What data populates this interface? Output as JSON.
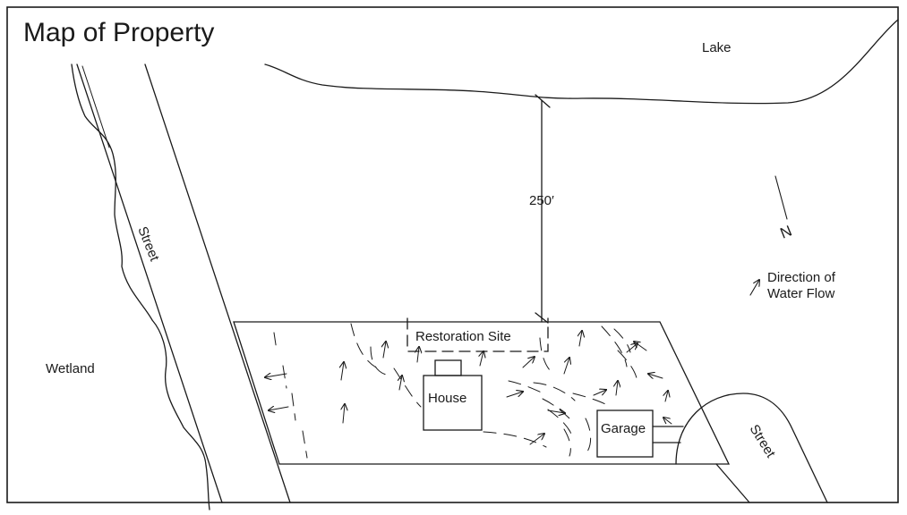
{
  "map": {
    "title": "Map of Property",
    "labels": {
      "lake": "Lake",
      "wetland": "Wetland",
      "street_left": "Street",
      "street_right": "Street",
      "distance": "250′",
      "restoration_site": "Restoration Site",
      "house": "House",
      "garage": "Garage",
      "north": "N",
      "flow_legend_line1": "Direction of",
      "flow_legend_line2": "Water Flow"
    },
    "icons": {
      "north_arrow": "north-arrow-icon",
      "flow_arrow": "flow-arrow-icon"
    },
    "colors": {
      "ink": "#1a1a1a",
      "background": "#ffffff"
    }
  }
}
